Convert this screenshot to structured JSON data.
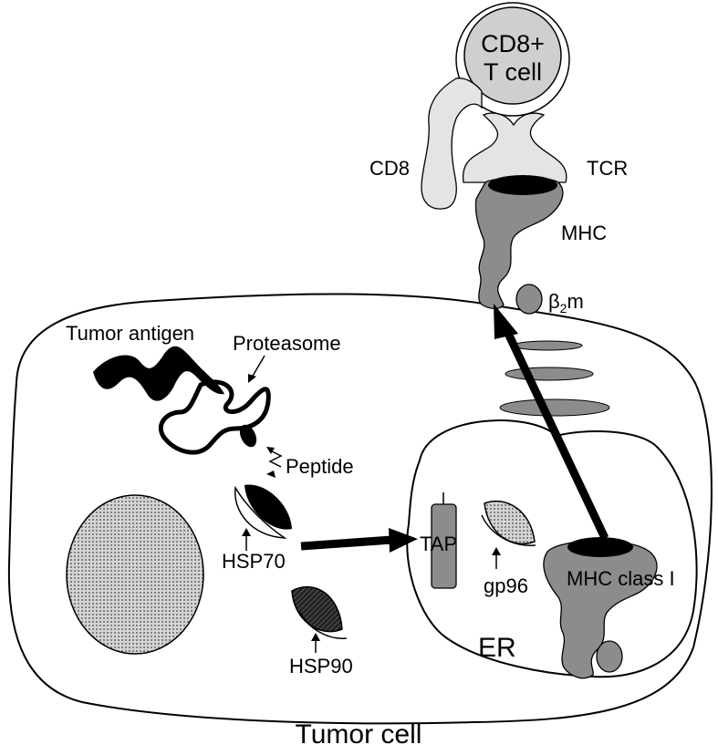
{
  "diagram": {
    "cells": {
      "t_cell_line1": "CD8+",
      "t_cell_line2": "T cell",
      "tumor_cell": "Tumor cell"
    },
    "labels": {
      "cd8": "CD8",
      "tcr": "TCR",
      "mhc": "MHC",
      "b2m_beta": "β",
      "b2m_sub": "2",
      "b2m_m": "m",
      "tumor_antigen": "Tumor antigen",
      "proteasome": "Proteasome",
      "peptide": "Peptide",
      "hsp70": "HSP70",
      "hsp90": "HSP90",
      "tap": "TAP",
      "gp96": "gp96",
      "mhc_class_i": "MHC class I",
      "er": "ER"
    },
    "colors": {
      "gray_fill": "#8c8c8c",
      "light_gray": "#d9d9d9",
      "nucleus": "#cfcfcf",
      "black": "#000000"
    }
  }
}
